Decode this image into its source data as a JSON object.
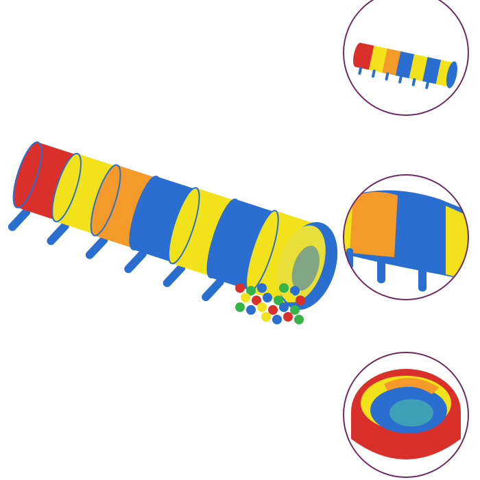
{
  "colors": {
    "background": "#ffffff",
    "circle_border": "#6e2a5c",
    "red": "#d9302b",
    "yellow": "#f2e21c",
    "orange": "#f39a2a",
    "blue": "#2a6fd0",
    "green": "#36b44a"
  },
  "tunnel_stripes": [
    "red",
    "yellow",
    "orange",
    "blue",
    "yellow",
    "blue",
    "yellow"
  ],
  "balls": [
    "red",
    "green",
    "blue",
    "yellow",
    "green",
    "blue",
    "yellow",
    "red",
    "blue",
    "green",
    "yellow",
    "red",
    "green",
    "blue",
    "yellow",
    "red",
    "blue",
    "green",
    "yellow",
    "blue",
    "red",
    "green"
  ]
}
